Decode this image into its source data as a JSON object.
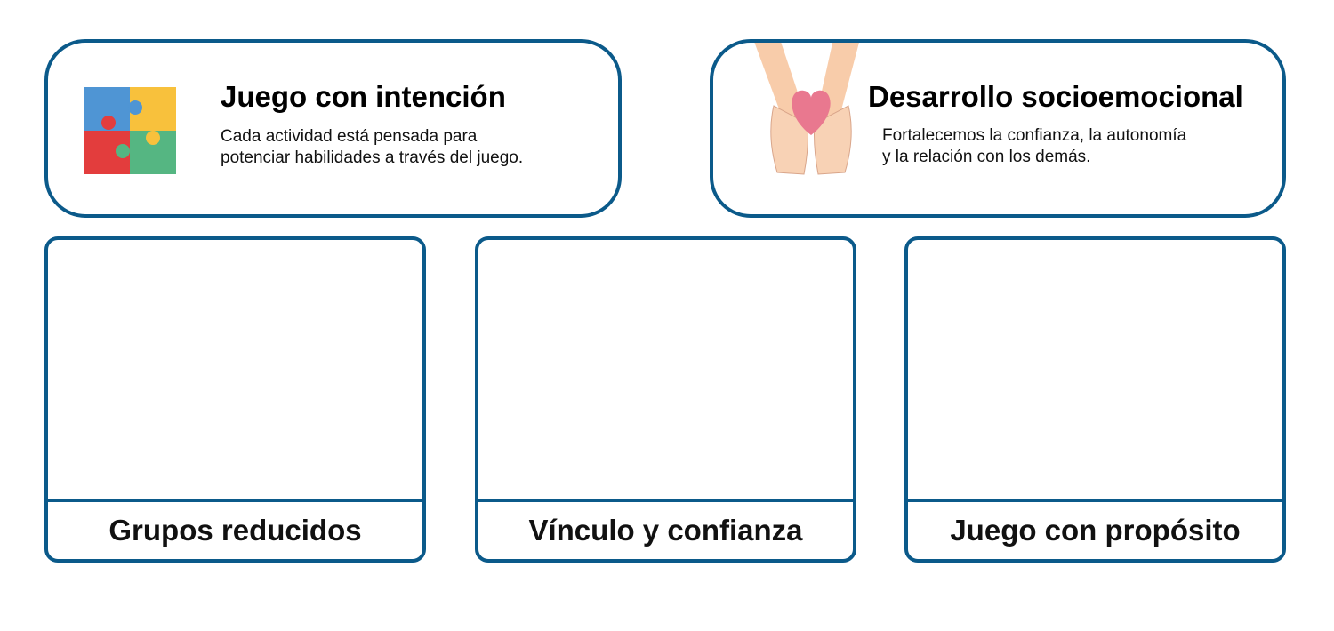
{
  "colors": {
    "border": "#0b5a8a"
  },
  "features": [
    {
      "title": "Juego con intención",
      "description_lines": [
        "Cada actividad está pensada para",
        "potenciar habilidades a través del juego."
      ],
      "icon": "puzzle-icon"
    },
    {
      "title": "Desarrollo socioemocional",
      "description_lines": [
        "Fortalecemos la confianza, la autonomía",
        "y la relación con los demás."
      ],
      "icon": "hands-heart-icon"
    }
  ],
  "cards": [
    {
      "label": "Grupos reducidos"
    },
    {
      "label": "Vínculo y confianza"
    },
    {
      "label": "Juego con propósito"
    }
  ]
}
